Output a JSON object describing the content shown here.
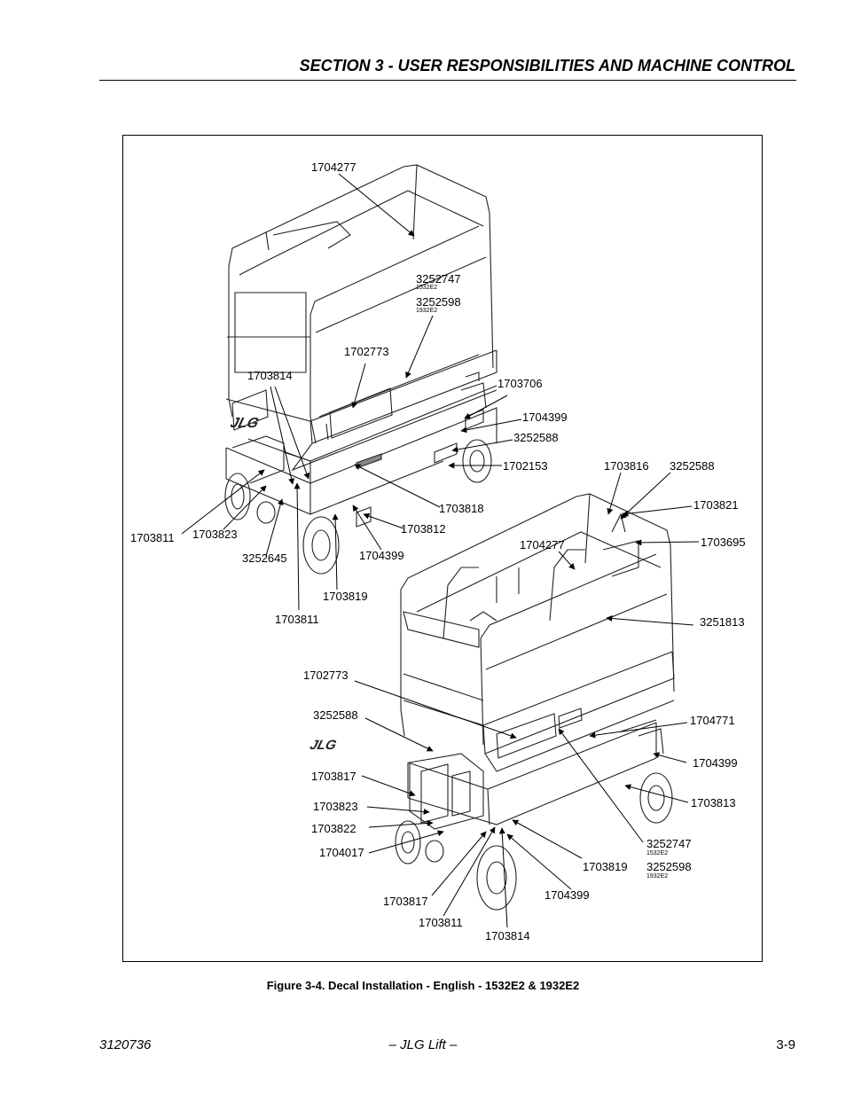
{
  "header": {
    "section_title": "SECTION 3 - USER RESPONSIBILITIES AND MACHINE CONTROL"
  },
  "figure": {
    "callouts": {
      "c1704277_top": "1704277",
      "c3252747_top": "3252747",
      "c1532e2_top": "1532E2",
      "c3252598_top": "3252598",
      "c1932e2_top": "1932E2",
      "c1702773_top": "1702773",
      "c1703814_top": "1703814",
      "c1703706": "1703706",
      "c1704399_a": "1704399",
      "c3252588_a": "3252588",
      "c1702153": "1702153",
      "c1703816": "1703816",
      "c3252588_b": "3252588",
      "c1703821": "1703821",
      "c1703818": "1703818",
      "c1703812": "1703812",
      "c1703811_a": "1703811",
      "c1703823_a": "1703823",
      "c3252645": "3252645",
      "c1704399_b": "1704399",
      "c1704277_b": "1704277",
      "c1703695": "1703695",
      "c1703819_a": "1703819",
      "c1703811_b": "1703811",
      "c3251813": "3251813",
      "c1702773_b": "1702773",
      "c3252588_c": "3252588",
      "c1704771": "1704771",
      "c1704399_c": "1704399",
      "c1703817_a": "1703817",
      "c1703813": "1703813",
      "c1703823_b": "1703823",
      "c1703822": "1703822",
      "c3252747_b": "3252747",
      "c1532e2_b": "1532E2",
      "c1704017": "1704017",
      "c1703819_b": "1703819",
      "c3252598_b": "3252598",
      "c1932e2_b": "1932E2",
      "c1704399_d": "1704399",
      "c1703817_b": "1703817",
      "c1703811_c": "1703811",
      "c1703814_b": "1703814"
    },
    "caption": "Figure 3-4.  Decal Installation - English - 1532E2 & 1932E2"
  },
  "footer": {
    "doc_number": "3120736",
    "center_text": "– JLG Lift –",
    "page_number": "3-9"
  }
}
